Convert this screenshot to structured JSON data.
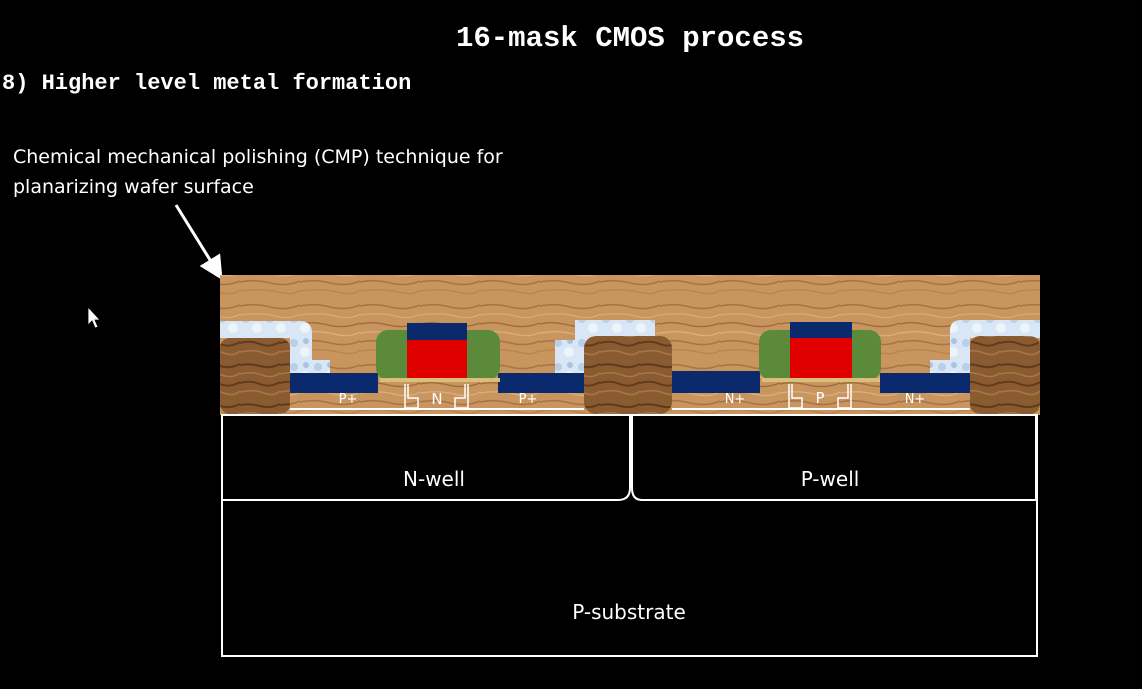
{
  "slide": {
    "title": "16-mask CMOS process",
    "step": "8) Higher level metal formation",
    "annotation_lines": [
      "Chemical mechanical polishing (CMP) technique for",
      "planarizing wafer surface"
    ]
  },
  "diagram": {
    "regions": {
      "nwell": "N-well",
      "pwell": "P-well",
      "substrate": "P-substrate"
    },
    "diffusions": {
      "pmos_left": "P+",
      "pmos_right": "P+",
      "nmos_left": "N+",
      "nmos_right": "N+"
    },
    "channels": {
      "pmos": "N",
      "nmos": "P"
    }
  },
  "colors": {
    "background": "#000000",
    "dielectric_wood": "#c8955f",
    "metal_blue": "#0b2a6e",
    "gate_red": "#e00000",
    "spacer_green": "#5b8b3a",
    "planarized_fill": "#d8e6f5",
    "outline": "#ffffff"
  }
}
